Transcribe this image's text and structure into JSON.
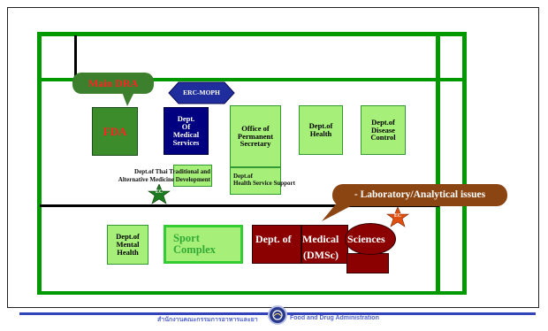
{
  "title": "",
  "nodes": {
    "main_dra": "Main DRA",
    "fda": "FDA",
    "erc_moph": "ERC-MOPH",
    "dept_medical_services": "Dept.\nOf\nMedical\nServices",
    "office_permanent_secretary": "Office of\nPermanent\nSecretary",
    "dept_health": "Dept.of\nHealth",
    "dept_disease_control": "Dept.of\nDisease\nControl",
    "dept_thai_traditional": "Dept.of Thai Traditional and\nAlternative Medicine Development",
    "dept_health_service_support": "Dept.of\nHealth Service Support",
    "ec_left": "EC",
    "lab_issues": "- Laboratory/Analytical issues",
    "ec_right": "EC",
    "dept_mental_health": "Dept.of\nMental\nHealth",
    "sport_complex": "Sport\nComplex",
    "dmsc_dept_of": "Dept. of",
    "dmsc_medical": "Medical",
    "dmsc_sciences": "Sciences",
    "dmsc_abbr": "(DMSc)"
  },
  "footer": {
    "thai_text": "สำนักงานคณะกรรมการอาหารและยา",
    "english_text": "Food and Drug Administration",
    "logo": "fda-seal-icon"
  },
  "colors": {
    "frame_green": "#009900",
    "light_green": "#a6f07a",
    "dark_red": "#8b0000",
    "olive_green": "#3c7f2c",
    "navy": "#000080",
    "brown": "#8b4513",
    "footer_blue": "#5566cc"
  }
}
